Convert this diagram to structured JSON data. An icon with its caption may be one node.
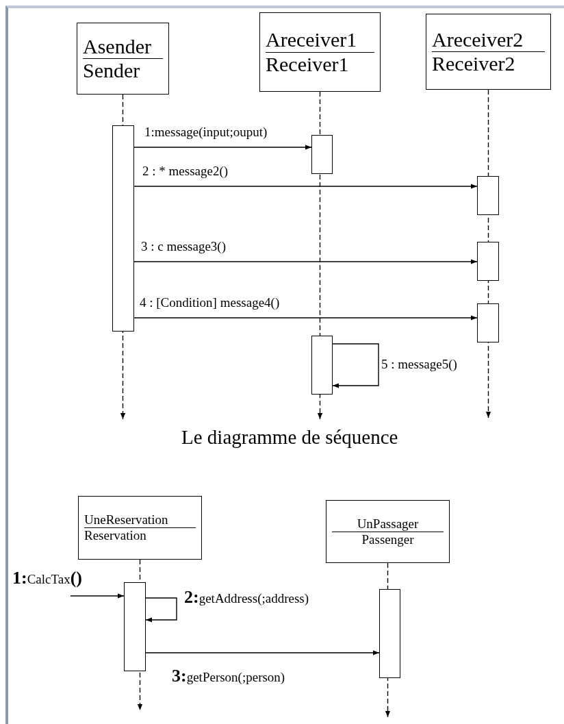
{
  "diagram": {
    "caption": "Le diagramme de séquence",
    "nodes": [
      {
        "text": [
          "Asender",
          "Sender"
        ]
      },
      {
        "text": [
          "Areceiver1",
          "Receiver1"
        ]
      },
      {
        "text": [
          "Areceiver2",
          "Receiver2"
        ]
      },
      {
        "text": [],
        "shape": "bar"
      },
      {
        "text": [],
        "shape": "bar"
      },
      {
        "text": [],
        "shape": "bar"
      },
      {
        "text": [],
        "shape": "bar"
      },
      {
        "text": [],
        "shape": "bar"
      },
      {
        "text": [],
        "shape": "bar"
      },
      {
        "text": [
          "UneReservation",
          "Reservation"
        ]
      },
      {
        "text": [
          "UnPassager",
          "Passenger"
        ]
      },
      {
        "text": [],
        "shape": "bar"
      },
      {
        "text": [],
        "shape": "bar"
      }
    ],
    "edges": [
      {
        "from": 3,
        "to": 4,
        "arrow": "to",
        "label": "1:message(input;ouput)"
      },
      {
        "from": 3,
        "to": 5,
        "arrow": "to",
        "label": "2 : * message2()"
      },
      {
        "from": 3,
        "to": 6,
        "arrow": "to",
        "label": "3 : c message3()"
      },
      {
        "from": 3,
        "to": 7,
        "arrow": "to",
        "label": "4 : [Condition] message4()"
      },
      {
        "from": 8,
        "to": 8,
        "arrow": "to",
        "label": "5 : message5()"
      },
      {
        "from": null,
        "to": 11,
        "arrow": "to",
        "label": "**1:**CalcTax**()**"
      },
      {
        "from": 11,
        "to": 11,
        "arrow": "to",
        "label": "**2:**getAddress(;address)"
      },
      {
        "from": 11,
        "to": 12,
        "arrow": "to",
        "label": "**3:**getPerson(;person)"
      },
      {
        "from": 0,
        "to": null,
        "arrow": "to",
        "style": "dashed"
      },
      {
        "from": 1,
        "to": null,
        "arrow": "to",
        "style": "dashed"
      },
      {
        "from": 2,
        "to": null,
        "arrow": "to",
        "style": "dashed"
      },
      {
        "from": 9,
        "to": null,
        "arrow": "to",
        "style": "dashed"
      },
      {
        "from": 10,
        "to": null,
        "arrow": "to",
        "style": "dashed"
      }
    ]
  }
}
